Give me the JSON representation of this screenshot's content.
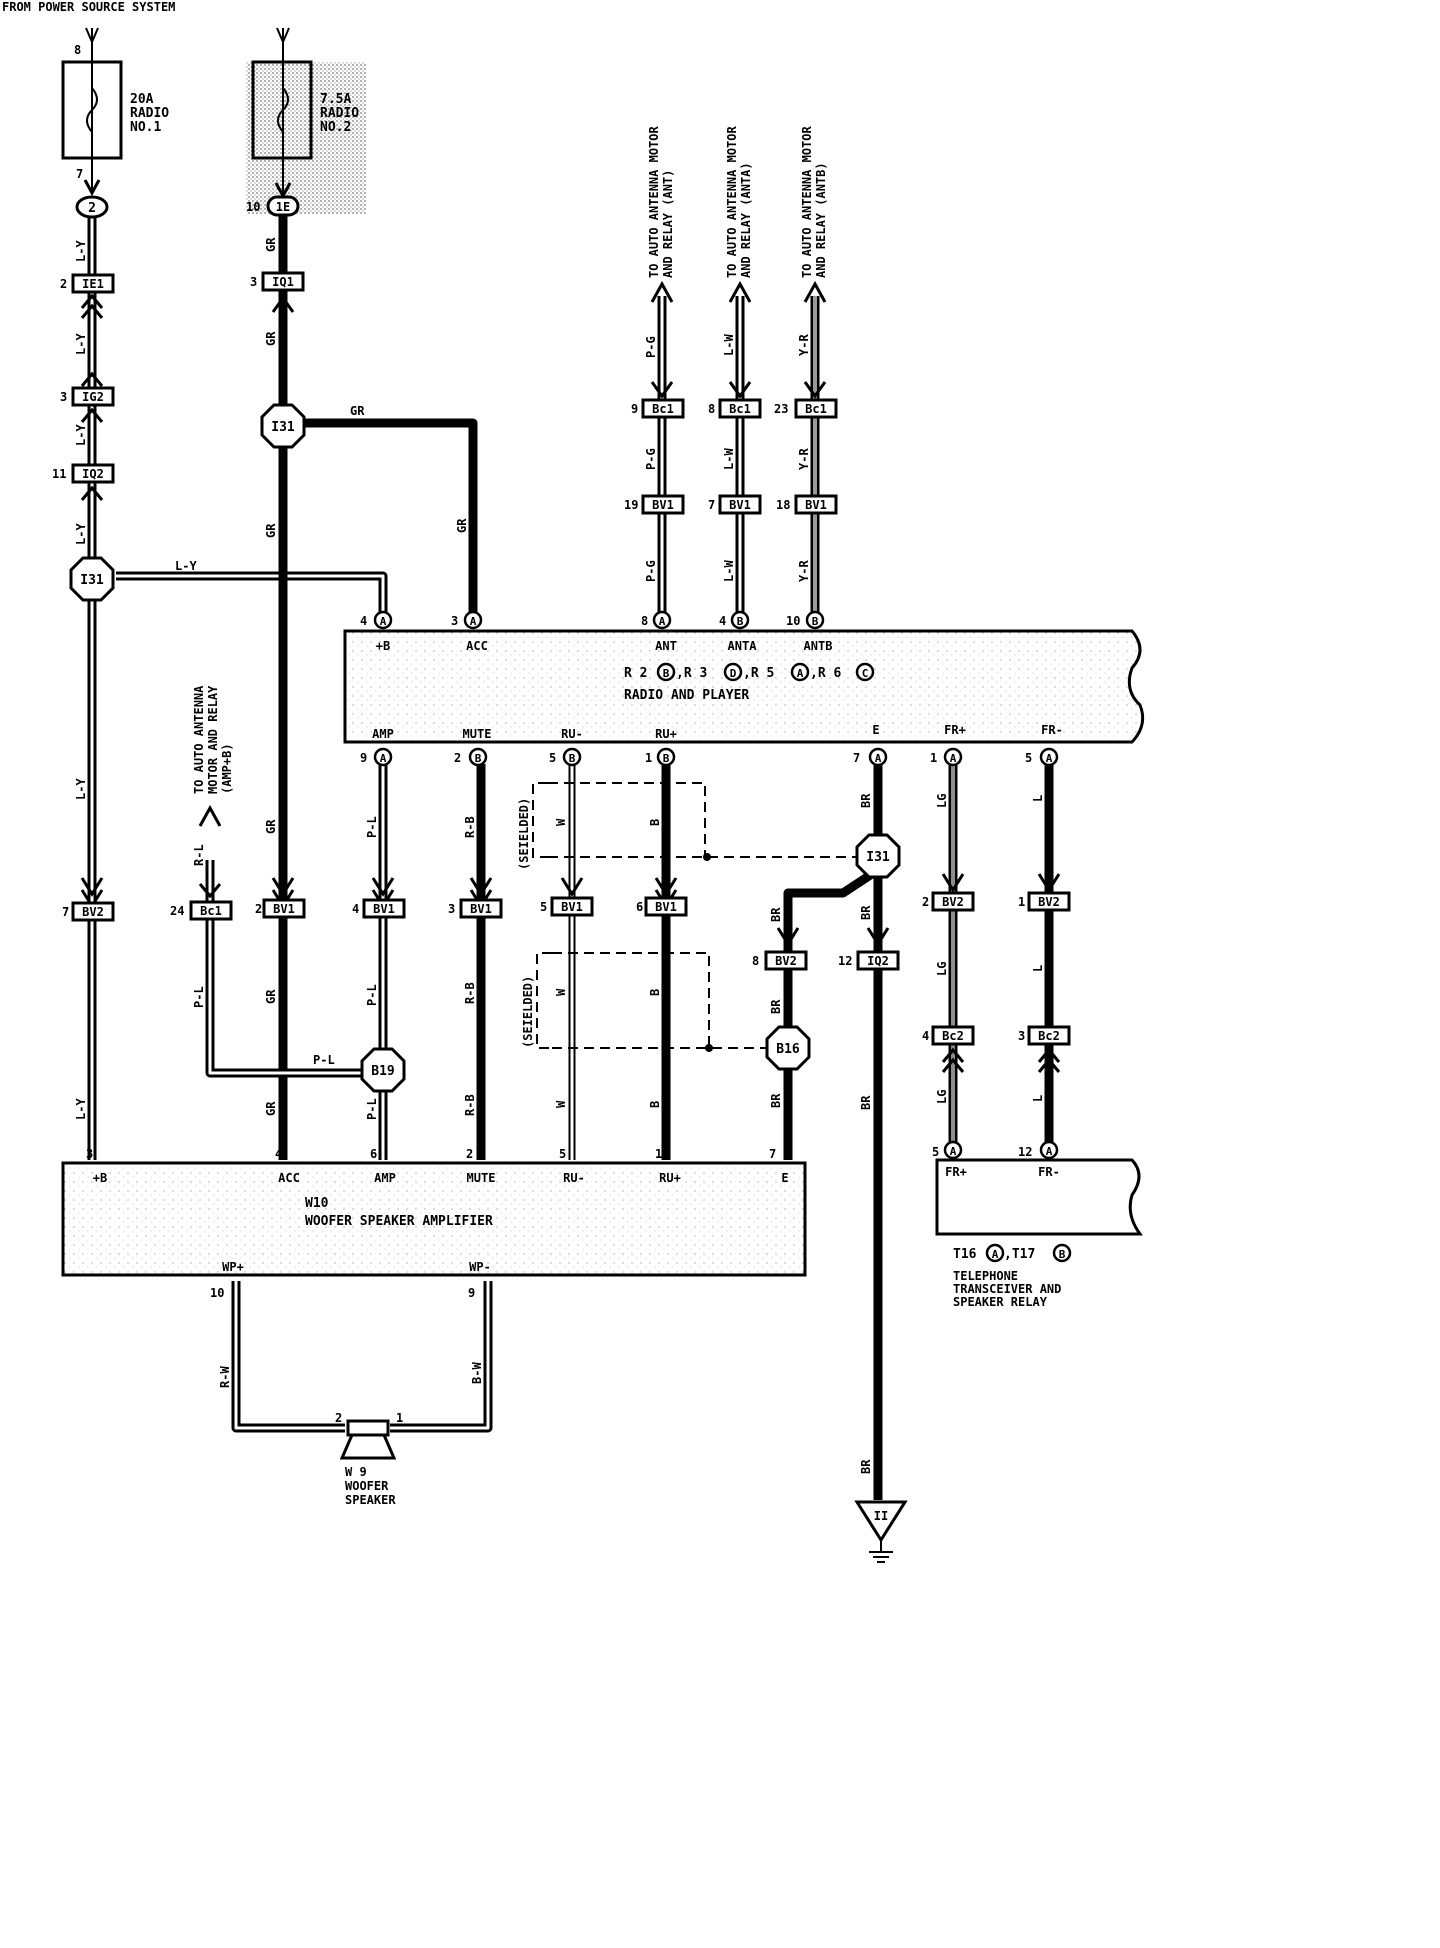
{
  "header": {
    "title": "FROM POWER SOURCE SYSTEM"
  },
  "fuses": [
    {
      "id": "fuse-radio-no1",
      "rating": "20A",
      "line1": "RADIO",
      "line2": "NO.1",
      "pin_top": "8",
      "pin_bottom": "7"
    },
    {
      "id": "fuse-radio-no2",
      "rating": "7.5A",
      "line1": "RADIO",
      "line2": "NO.2"
    }
  ],
  "connectors": {
    "c2": "2",
    "c1e": "1E",
    "ie1": "IE1",
    "ig2": "IG2",
    "iq2_a": "IQ2",
    "iq1": "IQ1",
    "bc1_pg": "Bc1",
    "bc1_lw": "Bc1",
    "bc1_yr": "Bc1",
    "bv1_pg": "BV1",
    "bv1_lw": "BV1",
    "bv1_yr": "BV1",
    "bv2_ly": "BV2",
    "bc1_rl": "Bc1",
    "bv1_gr": "BV1",
    "bv1_pl": "BV1",
    "bv1_rb": "BV1",
    "bv1_w": "BV1",
    "bv1_b": "BV1",
    "bv2_br": "BV2",
    "iq2_br": "IQ2",
    "bv2_lg": "BV2",
    "bv2_l": "BV2",
    "bc2_lg": "Bc2",
    "bc2_l": "Bc2"
  },
  "pins": {
    "p10_1e": "10",
    "p2_ie1": "2",
    "p3_ig2": "3",
    "p11_iq2": "11",
    "p3_iq1": "3",
    "p9_bc1": "9",
    "p8_bc1": "8",
    "p23_bc1": "23",
    "p19_bv1": "19",
    "p7_bv1": "7",
    "p18_bv1": "18",
    "p7_bv2": "7",
    "p24_bc1": "24",
    "p2_bv1": "2",
    "p4_bv1": "4",
    "p3_bv1": "3",
    "p5_bv1": "5",
    "p6_bv1": "6",
    "p8_bv2": "8",
    "p12_iq2": "12",
    "p2_bv2": "2",
    "p1_bv2": "1",
    "p4_bc2": "4",
    "p3_bc2": "3"
  },
  "junctions": {
    "j_i31_top": "I31",
    "j_i31_left": "I31",
    "j_i31_right": "I31",
    "j_b19": "B19",
    "j_b16": "B16"
  },
  "wires": {
    "ly": "L-Y",
    "gr": "GR",
    "pg": "P-G",
    "lw": "L-W",
    "yr": "Y-R",
    "rl": "R-L",
    "pl": "P-L",
    "rb": "R-B",
    "w": "W",
    "b": "B",
    "br": "BR",
    "lg": "LG",
    "l": "L",
    "rw": "R-W",
    "bw": "B-W"
  },
  "annotations": {
    "antenna": {
      "line1": "TO AUTO ANTENNA MOTOR",
      "line2a": "AND RELAY (ANT)",
      "line2b": "AND RELAY (ANTA)",
      "line2c": "AND RELAY (ANTB)"
    },
    "antenna_left": {
      "line1": "TO AUTO ANTENNA",
      "line2": "MOTOR AND RELAY",
      "line3": "(AMP+B)"
    },
    "shielded": "(SEIELDED)"
  },
  "radio": {
    "top_pins": [
      {
        "num": "4",
        "letter": "A",
        "name": "+B"
      },
      {
        "num": "3",
        "letter": "A",
        "name": "ACC"
      },
      {
        "num": "8",
        "letter": "A",
        "name": "ANT"
      },
      {
        "num": "4",
        "letter": "B",
        "name": "ANTA"
      },
      {
        "num": "10",
        "letter": "B",
        "name": "ANTB"
      }
    ],
    "bottom_pins": [
      {
        "num": "9",
        "letter": "A",
        "name": "AMP"
      },
      {
        "num": "2",
        "letter": "B",
        "name": "MUTE"
      },
      {
        "num": "5",
        "letter": "B",
        "name": "RU-"
      },
      {
        "num": "1",
        "letter": "B",
        "name": "RU+"
      },
      {
        "num": "7",
        "letter": "A",
        "name": "E"
      },
      {
        "num": "1",
        "letter": "A",
        "name": "FR+"
      },
      {
        "num": "5",
        "letter": "A",
        "name": "FR-"
      }
    ],
    "code_prefix": "R 2",
    "code_b": "B",
    "code_mid1": ",R 3",
    "code_d": "D",
    "code_mid2": ",R 5",
    "code_a": "A",
    "code_mid3": ",R 6",
    "code_c": "C",
    "name": "RADIO AND PLAYER"
  },
  "amplifier": {
    "pins": [
      {
        "num": "3",
        "name": "+B"
      },
      {
        "num": "4",
        "name": "ACC"
      },
      {
        "num": "6",
        "name": "AMP"
      },
      {
        "num": "2",
        "name": "MUTE"
      },
      {
        "num": "5",
        "name": "RU-"
      },
      {
        "num": "1",
        "name": "RU+"
      },
      {
        "num": "7",
        "name": "E"
      }
    ],
    "code": "W10",
    "name": "WOOFER SPEAKER AMPLIFIER",
    "wp_plus": "WP+",
    "wp_minus": "WP-",
    "pin_wp_plus": "10",
    "pin_wp_minus": "9"
  },
  "speaker": {
    "code": "W 9",
    "line1": "WOOFER",
    "line2": "SPEAKER",
    "pin2": "2",
    "pin1": "1"
  },
  "telephone": {
    "pin_fr_plus": "5",
    "pin_fr_minus": "12",
    "letter": "A",
    "fr_plus": "FR+",
    "fr_minus": "FR-",
    "code1": "T16",
    "code1_letter": "A",
    "code2": ",T17",
    "code2_letter": "B",
    "line1": "TELEPHONE",
    "line2": "TRANSCEIVER AND",
    "line3": "SPEAKER RELAY"
  },
  "ground": {
    "label": "II"
  }
}
